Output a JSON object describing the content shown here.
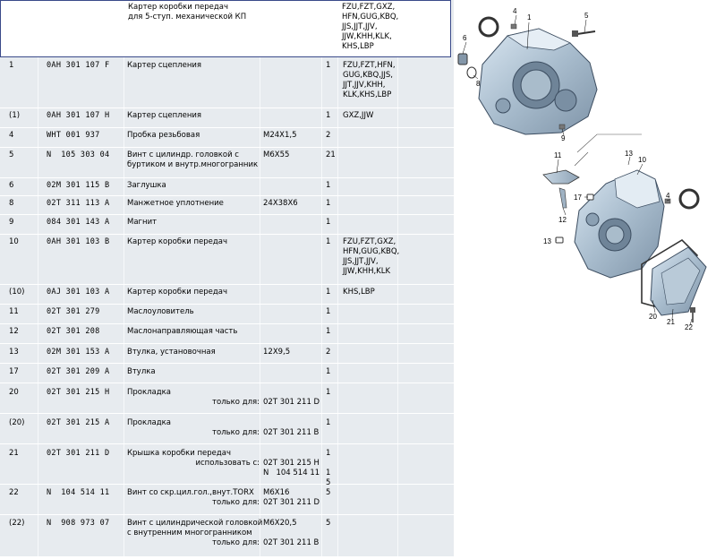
{
  "header": {
    "description": "Картер коробки передач\nдля 5-ступ. механической КП",
    "codes": "FZU,FZT,GXZ,\nHFN,GUG,KBQ,\nJJS,JJT,JJV,\nJJW,KHH,KLK,\nKHS,LBP"
  },
  "rows": [
    {
      "pos": "1",
      "part": "0AH 301 107 F",
      "desc": "Картер сцепления",
      "spec": "",
      "qty": "1",
      "codes": "FZU,FZT,HFN,\nGUG,KBQ,JJS,\nJJT,JJV,KHH,\nKLK,KHS,LBP"
    },
    {
      "pos": "(1)",
      "part": "0AH 301 107 H",
      "desc": "Картер сцепления",
      "spec": "",
      "qty": "1",
      "codes": "GXZ,JJW"
    },
    {
      "pos": "4",
      "part": "WHT 001 937",
      "desc": "Пробка резьбовая",
      "spec": "M24X1,5",
      "qty": "2",
      "codes": ""
    },
    {
      "pos": "5",
      "part": "N  105 303 04",
      "desc": "Винт с цилиндр. головкой с\nбуртиком и внутр.многогранник",
      "spec": "M6X55",
      "qty": "21",
      "codes": ""
    },
    {
      "pos": "6",
      "part": "02M 301 115 B",
      "desc": "Заглушка",
      "spec": "",
      "qty": "1",
      "codes": ""
    },
    {
      "pos": "8",
      "part": "02T 311 113 A",
      "desc": "Манжетное уплотнение",
      "spec": "24X38X6",
      "qty": "1",
      "codes": ""
    },
    {
      "pos": "9",
      "part": "084 301 143 A",
      "desc": "Магнит",
      "spec": "",
      "qty": "1",
      "codes": ""
    },
    {
      "pos": "10",
      "part": "0AH 301 103 B",
      "desc": "Картер коробки передач",
      "spec": "",
      "qty": "1",
      "codes": "FZU,FZT,GXZ,\nHFN,GUG,KBQ,\nJJS,JJT,JJV,\nJJW,KHH,KLK"
    },
    {
      "pos": "(10)",
      "part": "0AJ 301 103 A",
      "desc": "Картер коробки передач",
      "spec": "",
      "qty": "1",
      "codes": "KHS,LBP"
    },
    {
      "pos": "11",
      "part": "02T 301 279",
      "desc": "Маслоуловитель",
      "spec": "",
      "qty": "1",
      "codes": ""
    },
    {
      "pos": "12",
      "part": "02T 301 208",
      "desc": "Маслонаправляющая часть",
      "spec": "",
      "qty": "1",
      "codes": ""
    },
    {
      "pos": "13",
      "part": "02M 301 153 A",
      "desc": "Втулка, установочная",
      "spec": "12X9,5",
      "qty": "2",
      "codes": ""
    },
    {
      "pos": "17",
      "part": "02T 301 209 A",
      "desc": "Втулка",
      "spec": "",
      "qty": "1",
      "codes": ""
    },
    {
      "pos": "20",
      "part": "02T 301 215 H",
      "desc": "Прокладка",
      "only": "только для:",
      "spec": "\n02T 301 211 D",
      "qty": "1",
      "codes": ""
    },
    {
      "pos": "(20)",
      "part": "02T 301 215 A",
      "desc": "Прокладка",
      "only": "только для:",
      "spec": "\n02T 301 211 B",
      "qty": "1",
      "codes": ""
    },
    {
      "pos": "21",
      "part": "02T 301 211 D",
      "desc": "Крышка коробки передач",
      "only": "использовать с:",
      "spec": "\n02T 301 215 H\nN   104 514 11",
      "qty": "1\n\n1\n5",
      "codes": ""
    },
    {
      "pos": "22",
      "part": "N  104 514 11",
      "desc": "Винт со скр.цил.гол.,внут.TORX",
      "only": "только для:",
      "spec": "M6X16\n02T 301 211 D",
      "qty": "5",
      "codes": ""
    },
    {
      "pos": "(22)",
      "part": "N  908 973 07",
      "desc": "Винт с цилиндрической головкой\nс внутренним многогранником",
      "only": "только для:",
      "spec": "M6X20,5\n\n02T 301 211 B",
      "qty": "5",
      "codes": ""
    }
  ],
  "diagram": {
    "callouts": [
      "1",
      "4",
      "5",
      "6",
      "8",
      "9",
      "10",
      "11",
      "12",
      "13",
      "13",
      "17",
      "20",
      "21",
      "22",
      "4"
    ]
  }
}
